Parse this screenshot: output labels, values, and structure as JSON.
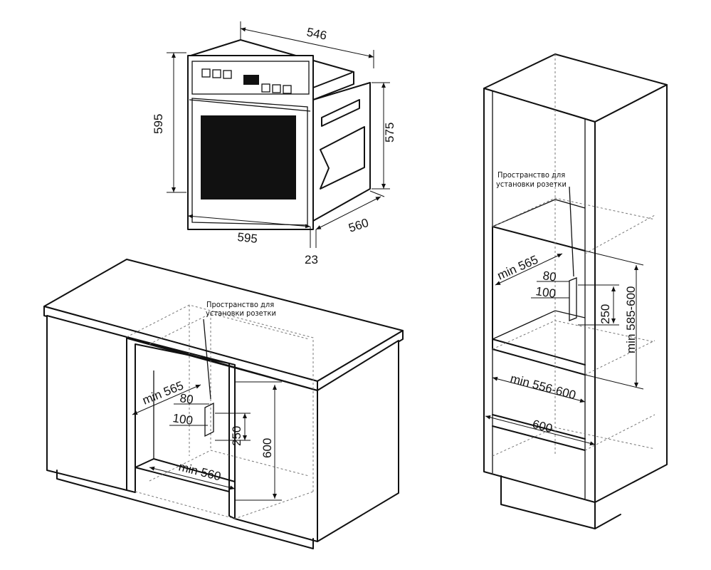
{
  "oven": {
    "dims": {
      "top_depth": "546",
      "height": "595",
      "body_height": "575",
      "width": "595",
      "depth": "560",
      "door_offset": "23"
    }
  },
  "base_cabinet": {
    "socket_note": [
      "Пространство для",
      "установки розетки"
    ],
    "dims": {
      "niche_depth": "min 565",
      "socket_top": "80",
      "socket_side": "100",
      "socket_height": "250",
      "niche_height": "600",
      "niche_width": "min 560"
    }
  },
  "tall_cabinet": {
    "socket_note": [
      "Пространство для",
      "установки розетки"
    ],
    "dims": {
      "niche_depth": "min 565",
      "socket_top": "80",
      "socket_side": "100",
      "socket_height": "250",
      "niche_height": "min 585-600",
      "niche_width": "min 556-600",
      "cabinet_width": "600"
    }
  }
}
